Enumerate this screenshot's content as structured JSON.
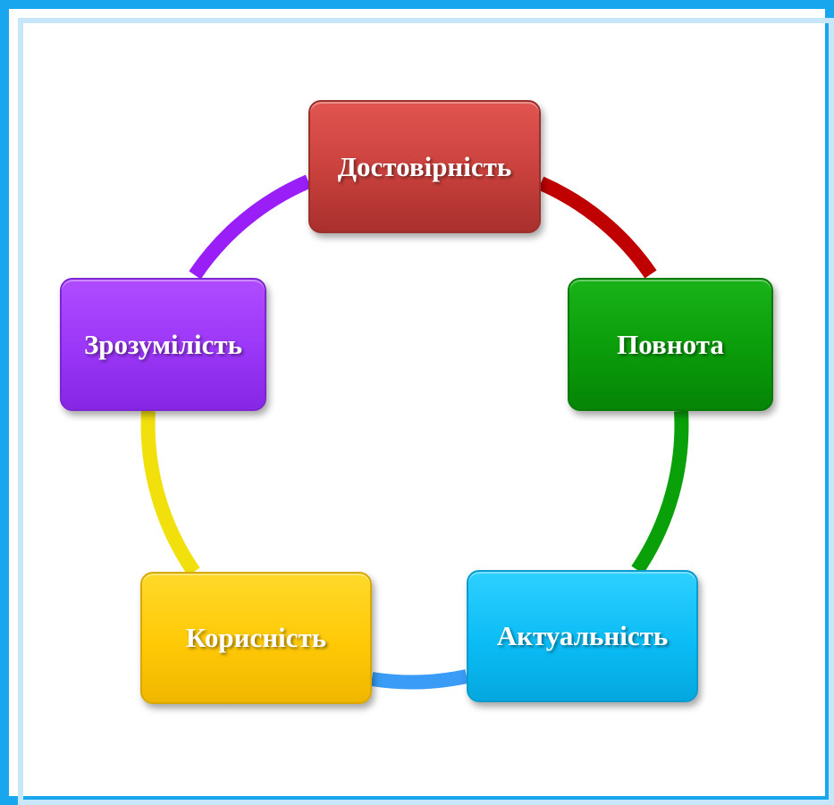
{
  "diagram": {
    "nodes": [
      {
        "id": "reliability",
        "label": "Достовірність",
        "color": "#c8403c"
      },
      {
        "id": "completeness",
        "label": "Повнота",
        "color": "#0a9c0a"
      },
      {
        "id": "relevance",
        "label": "Актуальність",
        "color": "#0bbcf5"
      },
      {
        "id": "usefulness",
        "label": "Корисність",
        "color": "#ffc906"
      },
      {
        "id": "clarity",
        "label": "Зрозумілість",
        "color": "#9a36f7"
      }
    ],
    "connectors": [
      {
        "from": "reliability",
        "to": "completeness",
        "color": "#c00000"
      },
      {
        "from": "completeness",
        "to": "relevance",
        "color": "#0aa00a"
      },
      {
        "from": "relevance",
        "to": "usefulness",
        "color": "#3a9cf6"
      },
      {
        "from": "usefulness",
        "to": "clarity",
        "color": "#f2e00c"
      },
      {
        "from": "clarity",
        "to": "reliability",
        "color": "#9a1ef7"
      }
    ],
    "frame_color": "#18a6ee"
  }
}
